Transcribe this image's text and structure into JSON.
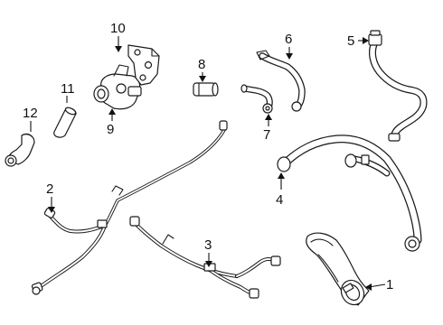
{
  "diagram": {
    "callouts": [
      {
        "id": "1",
        "text": "1"
      },
      {
        "id": "2",
        "text": "2"
      },
      {
        "id": "3",
        "text": "3"
      },
      {
        "id": "4",
        "text": "4"
      },
      {
        "id": "5",
        "text": "5"
      },
      {
        "id": "6",
        "text": "6"
      },
      {
        "id": "7",
        "text": "7"
      },
      {
        "id": "8",
        "text": "8"
      },
      {
        "id": "9",
        "text": "9"
      },
      {
        "id": "10",
        "text": "10"
      },
      {
        "id": "11",
        "text": "11"
      },
      {
        "id": "12",
        "text": "12"
      }
    ],
    "colors": {
      "line": "#1a1a1a",
      "background": "#ffffff"
    }
  }
}
